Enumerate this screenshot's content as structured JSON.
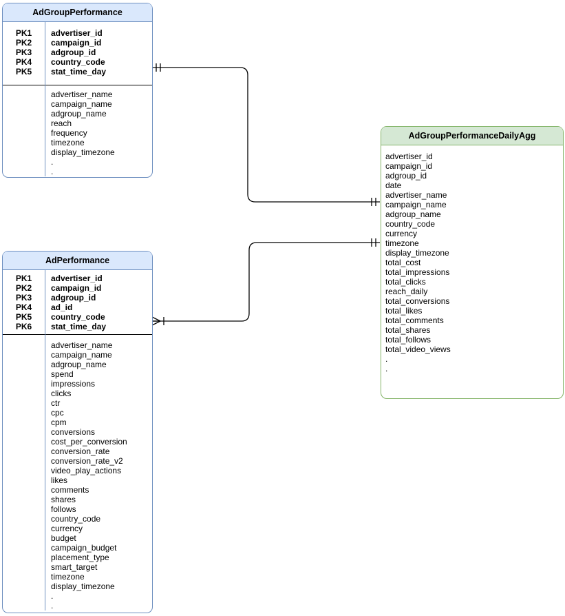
{
  "diagram_type": "entity-relationship",
  "colors": {
    "background": "#ffffff",
    "blue_header_fill": "#dae8fc",
    "blue_border": "#6c8ebf",
    "green_header_fill": "#d5e8d4",
    "green_border": "#82b366",
    "divider": "#000000",
    "relationship_line": "#000000",
    "text": "#000000"
  },
  "entities": [
    {
      "title": "AdGroupPerformance",
      "theme": "blue",
      "primary_keys": [
        {
          "label": "PK1",
          "field": "advertiser_id"
        },
        {
          "label": "PK2",
          "field": "campaign_id"
        },
        {
          "label": "PK3",
          "field": "adgroup_id"
        },
        {
          "label": "PK4",
          "field": "country_code"
        },
        {
          "label": "PK5",
          "field": "stat_time_day"
        }
      ],
      "fields": [
        "advertiser_name",
        "campaign_name",
        "adgroup_name",
        "reach",
        "frequency",
        "timezone",
        "display_timezone",
        ".",
        "."
      ]
    },
    {
      "title": "AdPerformance",
      "theme": "blue",
      "primary_keys": [
        {
          "label": "PK1",
          "field": "advertiser_id"
        },
        {
          "label": "PK2",
          "field": "campaign_id"
        },
        {
          "label": "PK3",
          "field": "adgroup_id"
        },
        {
          "label": "PK4",
          "field": "ad_id"
        },
        {
          "label": "PK5",
          "field": "country_code"
        },
        {
          "label": "PK6",
          "field": "stat_time_day"
        }
      ],
      "fields": [
        "advertiser_name",
        "campaign_name",
        "adgroup_name",
        "spend",
        "impressions",
        "clicks",
        "ctr",
        "cpc",
        "cpm",
        "conversions",
        "cost_per_conversion",
        "conversion_rate",
        "conversion_rate_v2",
        "video_play_actions",
        "likes",
        "comments",
        "shares",
        "follows",
        "country_code",
        "currency",
        "budget",
        "campaign_budget",
        "placement_type",
        "smart_target",
        "timezone",
        "display_timezone",
        ".",
        "."
      ]
    },
    {
      "title": "AdGroupPerformanceDailyAgg",
      "theme": "green",
      "primary_keys": [],
      "fields": [
        "advertiser_id",
        "campaign_id",
        "adgroup_id",
        "date",
        "advertiser_name",
        "campaign_name",
        "adgroup_name",
        "country_code",
        "currency",
        "timezone",
        "display_timezone",
        "total_cost",
        "total_impressions",
        "total_clicks",
        "reach_daily",
        "total_conversions",
        "total_likes",
        "total_comments",
        "total_shares",
        "total_follows",
        "total_video_views",
        ".",
        "."
      ]
    }
  ],
  "relationships": [
    {
      "from": "AdGroupPerformance",
      "to": "AdGroupPerformanceDailyAgg",
      "from_cardinality": "one-and-only-one",
      "to_cardinality": "one-and-only-one"
    },
    {
      "from": "AdPerformance",
      "to": "AdGroupPerformanceDailyAgg",
      "from_cardinality": "one-or-many",
      "to_cardinality": "one-and-only-one"
    }
  ]
}
